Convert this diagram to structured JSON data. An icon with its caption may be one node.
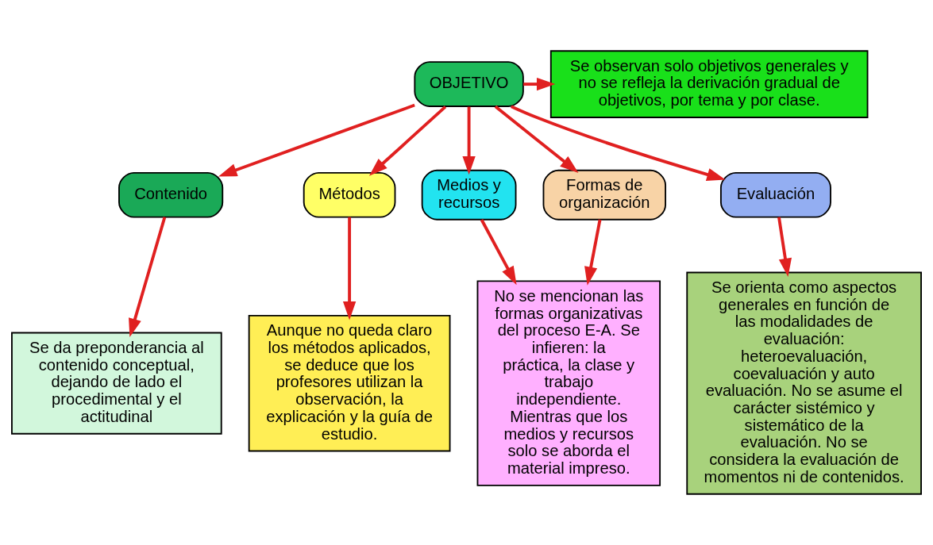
{
  "diagram": {
    "nodes": [
      {
        "text": [
          "OBJETIVO"
        ]
      },
      {
        "text": [
          "Se observan solo objetivos generales y no se refleja la derivación gradual de objetivos, por tema y por clase."
        ]
      },
      {
        "text": [
          "Contenido"
        ]
      },
      {
        "text": [
          "Métodos"
        ]
      },
      {
        "text": [
          "Medios y recursos"
        ]
      },
      {
        "text": [
          "Formas de organización"
        ]
      },
      {
        "text": [
          "Evaluación"
        ]
      },
      {
        "text": [
          "Se da preponderancia al contenido conceptual, dejando de lado el procedimental y el actitudinal"
        ]
      },
      {
        "text": [
          "Aunque no queda claro los métodos aplicados, se deduce que los profesores utilizan la observación, la explicación y la guía de estudio."
        ]
      },
      {
        "text": [
          "No se mencionan las formas organizativas del proceso E-A. Se infieren: la práctica, la clase y trabajo independiente. Mientras que los medios y recursos solo se aborda el material impreso."
        ]
      },
      {
        "text": [
          "Se orienta como aspectos generales en función de las modalidades de evaluación: heteroevaluación, coevaluación y auto evaluación. No se asume el carácter sistémico y sistemático de la evaluación. No se considera la evaluación de momentos ni de contenidos."
        ]
      }
    ],
    "edges": [
      {
        "from": 0,
        "to": 1,
        "arrow": "to"
      },
      {
        "from": 0,
        "to": 2,
        "arrow": "to"
      },
      {
        "from": 0,
        "to": 3,
        "arrow": "to"
      },
      {
        "from": 0,
        "to": 4,
        "arrow": "to"
      },
      {
        "from": 0,
        "to": 5,
        "arrow": "to"
      },
      {
        "from": 0,
        "to": 6,
        "arrow": "to"
      },
      {
        "from": 2,
        "to": 7,
        "arrow": "to"
      },
      {
        "from": 3,
        "to": 8,
        "arrow": "to"
      },
      {
        "from": 4,
        "to": 9,
        "arrow": "to"
      },
      {
        "from": 5,
        "to": 9,
        "arrow": "to"
      },
      {
        "from": 6,
        "to": 10,
        "arrow": "to"
      }
    ]
  }
}
